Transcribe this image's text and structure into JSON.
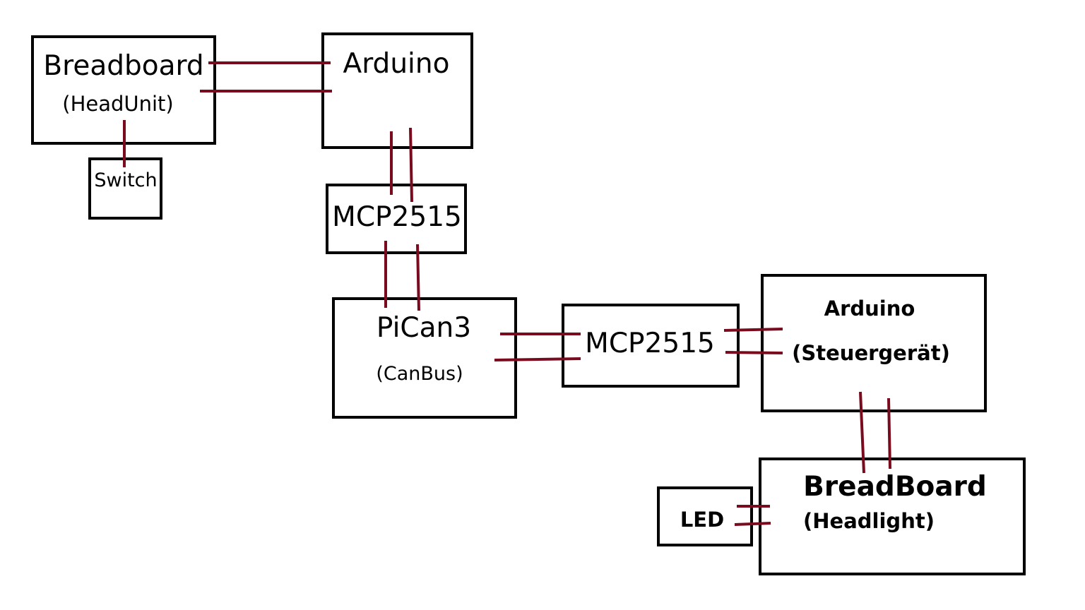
{
  "nodes": {
    "breadboard_headunit": {
      "title": "Breadboard",
      "subtitle": "(HeadUnit)"
    },
    "switch": {
      "title": "Switch"
    },
    "arduino_top": {
      "title": "Arduino"
    },
    "mcp2515_top": {
      "title": "MCP2515"
    },
    "pican3": {
      "title": "PiCan3",
      "subtitle": "(CanBus)"
    },
    "mcp2515_right": {
      "title": "MCP2515"
    },
    "arduino_steuergeraet": {
      "title": "Arduino",
      "subtitle": "(Steuergerät)"
    },
    "breadboard_headlight": {
      "title": "BreadBoard",
      "subtitle": "(Headlight)"
    },
    "led": {
      "title": "LED"
    }
  },
  "colors": {
    "wire": "#7a0a1e",
    "box_border": "#000000",
    "background": "#ffffff"
  }
}
